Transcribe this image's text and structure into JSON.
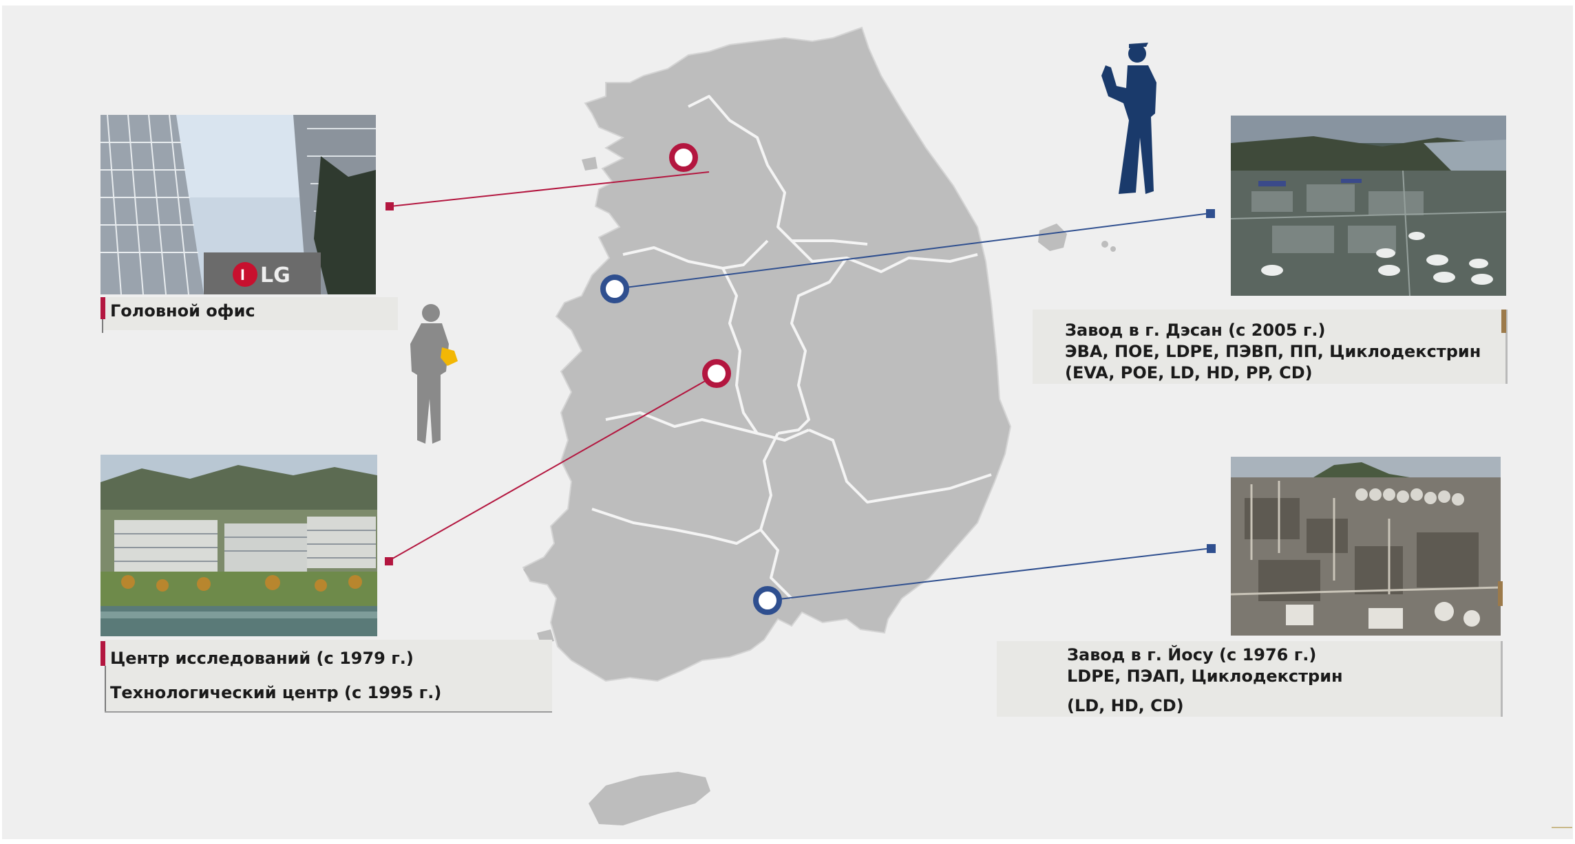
{
  "map": {
    "region": "South Korea"
  },
  "locations": {
    "head_office": {
      "label": "Головной офис",
      "marker_color": "#b3163f"
    },
    "research": {
      "line1": "Центр исследований (с 1979 г.)",
      "line2": "Технологический центр (с 1995 г.)",
      "marker_color": "#b3163f"
    },
    "daesan": {
      "line1": "Завод в г. Дэсан (с 2005 г.)",
      "line2": "ЭВА, ПОЕ, LDPE, ПЭВП, ПП, Циклодекстрин",
      "line3": "(EVA, POE, LD, HD, PP, CD)",
      "marker_color": "#2f4f8f"
    },
    "yeosu": {
      "line1": "Завод в г. Йосу (с 1976 г.)",
      "line2": "LDPE, ПЭАП, Циклодекстрин",
      "line3": "(LD, HD, CD)",
      "marker_color": "#2f4f8f"
    }
  },
  "photos": {
    "head_office": {
      "logo_text": "LG"
    }
  },
  "colors": {
    "accent_red": "#b3163f",
    "accent_blue": "#2f4f8f",
    "map_fill": "#bdbdbd",
    "background": "#efefef"
  }
}
